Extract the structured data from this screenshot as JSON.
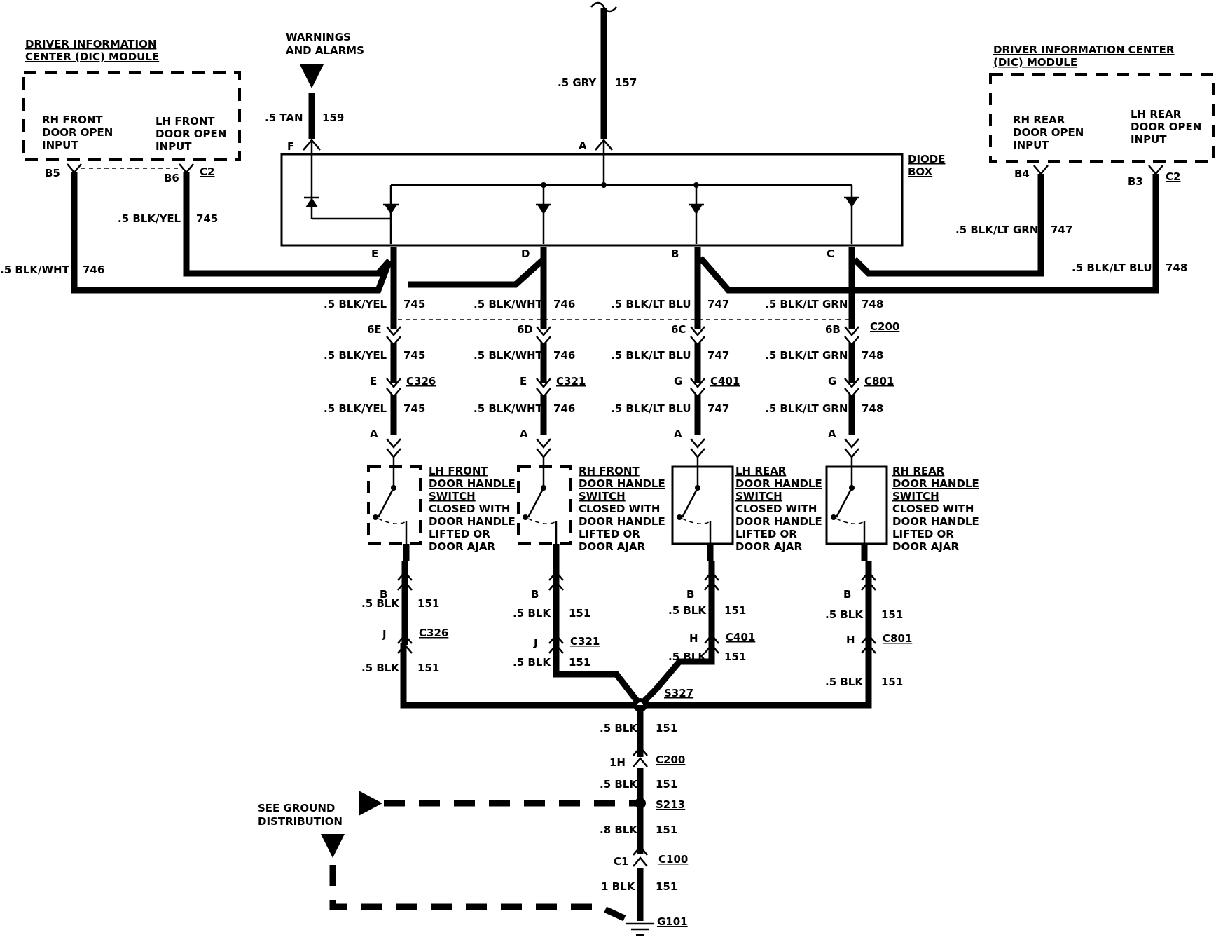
{
  "modules": {
    "left_title": "DRIVER INFORMATION CENTER (DIC) MODULE",
    "left_title_lines": [
      "DRIVER INFORMATION",
      "CENTER (DIC) MODULE"
    ],
    "left_input1": [
      "RH FRONT",
      "DOOR OPEN",
      "INPUT"
    ],
    "left_input2": [
      "LH FRONT",
      "DOOR OPEN",
      "INPUT"
    ],
    "left_pin1": "B5",
    "left_pin2": "B6",
    "left_connector": "C2",
    "right_title_lines": [
      "DRIVER INFORMATION CENTER",
      "(DIC) MODULE"
    ],
    "right_input1": [
      "RH REAR",
      "DOOR OPEN",
      "INPUT"
    ],
    "right_input2": [
      "LH REAR",
      "DOOR OPEN",
      "INPUT"
    ],
    "right_pin1": "B4",
    "right_pin2": "B3",
    "right_connector": "C2"
  },
  "warnings": {
    "label_lines": [
      "WARNINGS",
      "AND ALARMS"
    ],
    "wire": ".5 TAN",
    "circuit": "159",
    "pin": "F"
  },
  "top_feed": {
    "wire": ".5 GRY",
    "circuit": "157",
    "pin": "A"
  },
  "diode_box": {
    "label_lines": [
      "DIODE",
      "BOX"
    ],
    "pins": [
      "E",
      "D",
      "B",
      "C"
    ]
  },
  "module_wires": {
    "w746": {
      "wire": ".5 BLK/WHT",
      "circuit": "746"
    },
    "w745": {
      "wire": ".5 BLK/YEL",
      "circuit": "745"
    },
    "w747": {
      "wire": ".5 BLK/LT GRN",
      "circuit": "747"
    },
    "w748": {
      "wire": ".5 BLK/LT BLU",
      "circuit": "748"
    }
  },
  "columns": [
    {
      "row1_wire": ".5 BLK/YEL",
      "row1_circuit": "745",
      "c200_pin": "6E",
      "row2_wire": ".5 BLK/YEL",
      "row2_circuit": "745",
      "conn_pin": "E",
      "conn": "C326",
      "row3_wire": ".5 BLK/YEL",
      "row3_circuit": "745",
      "switch_pin_a": "A",
      "switch_label": [
        "LH FRONT",
        "DOOR HANDLE",
        "SWITCH"
      ],
      "switch_desc": [
        "CLOSED WITH",
        "DOOR HANDLE",
        "LIFTED OR",
        "DOOR AJAR"
      ],
      "switch_pin_b": "B",
      "g1_wire": ".5 BLK",
      "g1_circuit": "151",
      "g_conn_pin": "J",
      "g_conn": "C326",
      "g2_wire": ".5 BLK",
      "g2_circuit": "151"
    },
    {
      "row1_wire": ".5 BLK/WHT",
      "row1_circuit": "746",
      "c200_pin": "6D",
      "row2_wire": ".5 BLK/WHT",
      "row2_circuit": "746",
      "conn_pin": "E",
      "conn": "C321",
      "row3_wire": ".5 BLK/WHT",
      "row3_circuit": "746",
      "switch_pin_a": "A",
      "switch_label": [
        "RH FRONT",
        "DOOR HANDLE",
        "SWITCH"
      ],
      "switch_desc": [
        "CLOSED WITH",
        "DOOR HANDLE",
        "LIFTED OR",
        "DOOR AJAR"
      ],
      "switch_pin_b": "B",
      "g1_wire": ".5 BLK",
      "g1_circuit": "151",
      "g_conn_pin": "J",
      "g_conn": "C321",
      "g2_wire": ".5 BLK",
      "g2_circuit": "151"
    },
    {
      "row1_wire": ".5 BLK/LT BLU",
      "row1_circuit": "747",
      "c200_pin": "6C",
      "row2_wire": ".5 BLK/LT BLU",
      "row2_circuit": "747",
      "conn_pin": "G",
      "conn": "C401",
      "row3_wire": ".5 BLK/LT BLU",
      "row3_circuit": "747",
      "switch_pin_a": "A",
      "switch_label": [
        "LH REAR",
        "DOOR HANDLE",
        "SWITCH"
      ],
      "switch_desc": [
        "CLOSED WITH",
        "DOOR HANDLE",
        "LIFTED OR",
        "DOOR AJAR"
      ],
      "switch_pin_b": "B",
      "g1_wire": ".5 BLK",
      "g1_circuit": "151",
      "g_conn_pin": "H",
      "g_conn": "C401",
      "g2_wire": ".5 BLK",
      "g2_circuit": "151"
    },
    {
      "row1_wire": ".5 BLK/LT GRN",
      "row1_circuit": "748",
      "c200_pin": "6B",
      "row2_wire": ".5 BLK/LT GRN",
      "row2_circuit": "748",
      "conn_pin": "G",
      "conn": "C801",
      "row3_wire": ".5 BLK/LT GRN",
      "row3_circuit": "748",
      "switch_pin_a": "A",
      "switch_label": [
        "RH REAR",
        "DOOR HANDLE",
        "SWITCH"
      ],
      "switch_desc": [
        "CLOSED WITH",
        "DOOR HANDLE",
        "LIFTED OR",
        "DOOR AJAR"
      ],
      "switch_pin_b": "B",
      "g1_wire": ".5 BLK",
      "g1_circuit": "151",
      "g_conn_pin": "H",
      "g_conn": "C801",
      "g2_wire": ".5 BLK",
      "g2_circuit": "151"
    }
  ],
  "c200_label": "C200",
  "splice": {
    "name": "S327"
  },
  "ground_path": {
    "w1_wire": ".5 BLK",
    "w1_circuit": "151",
    "c200_pin": "1H",
    "c200": "C200",
    "w2_wire": ".5 BLK",
    "w2_circuit": "151",
    "splice2": "S213",
    "w3_wire": ".8 BLK",
    "w3_circuit": "151",
    "c100_pin": "C1",
    "c100": "C100",
    "w4_wire": "1 BLK",
    "w4_circuit": "151",
    "ground": "G101",
    "see_ground_lines": [
      "SEE GROUND",
      "DISTRIBUTION"
    ]
  }
}
